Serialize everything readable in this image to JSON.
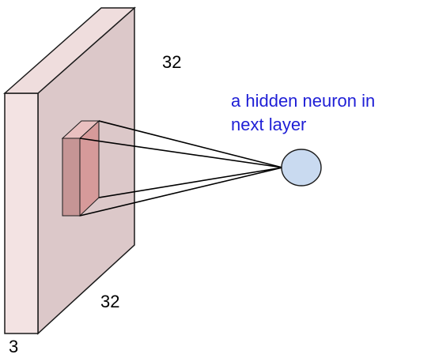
{
  "dimensions": {
    "width": "32",
    "height": "32",
    "depth": "3"
  },
  "annotation": {
    "lines": [
      "a hidden neuron in",
      "next layer"
    ]
  },
  "colors": {
    "volume_front": "#dcc8c9",
    "volume_side": "#f3e3e3",
    "volume_top": "#efdddd",
    "volume_edge": "#1a1a1a",
    "filter_front": "#d69a9a",
    "filter_side": "#c69595",
    "filter_top": "#e9c0c0",
    "neuron_fill": "#c9daf0",
    "connection": "#000000",
    "annotation_text": "#1f1fd6"
  }
}
